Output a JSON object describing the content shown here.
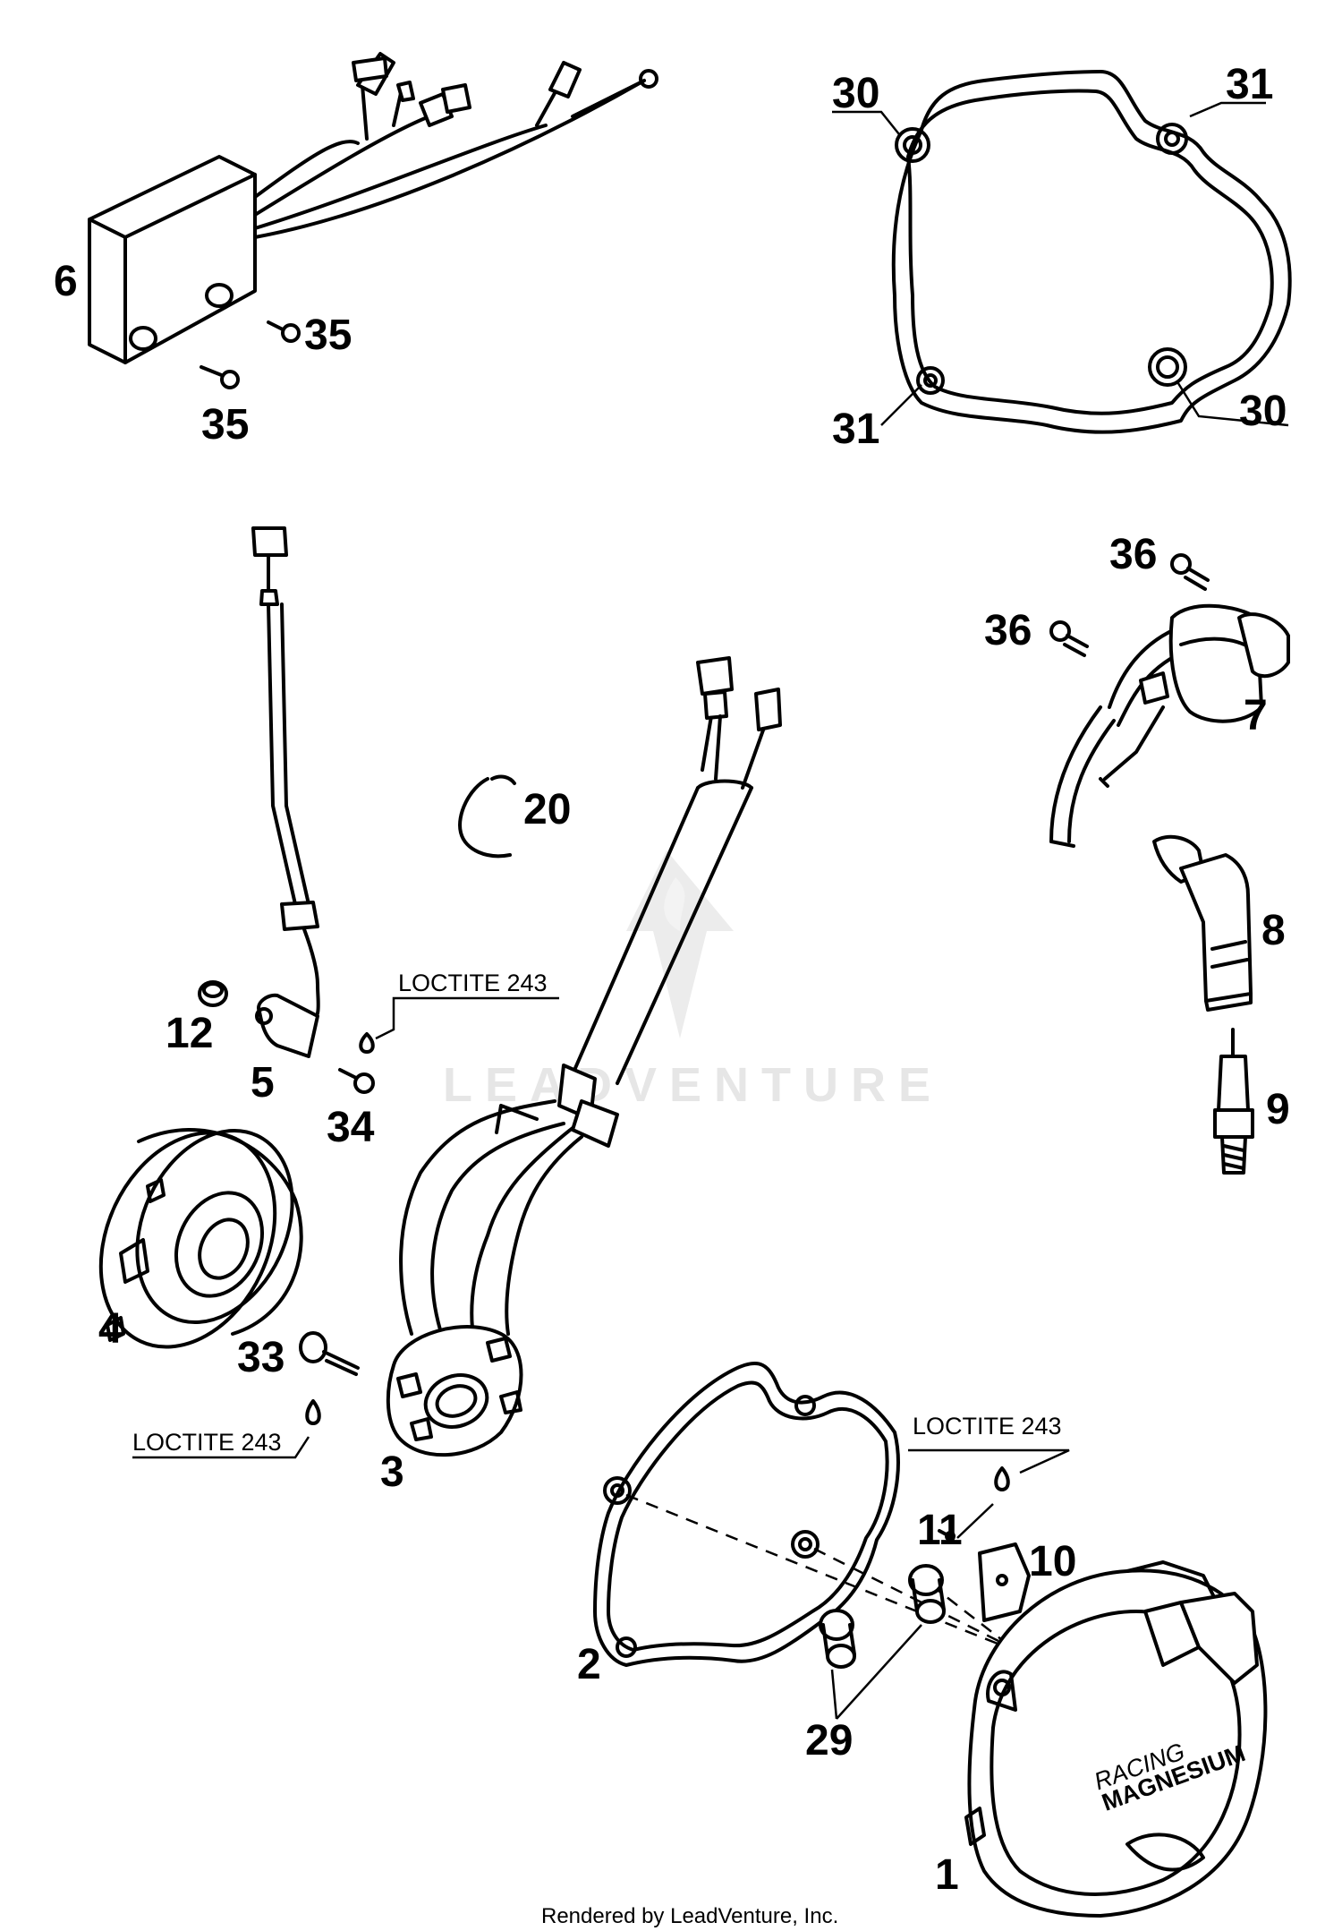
{
  "callouts": {
    "p1": "1",
    "p2": "2",
    "p3": "3",
    "p4": "4",
    "p5": "5",
    "p6": "6",
    "p7": "7",
    "p8": "8",
    "p9": "9",
    "p10": "10",
    "p11": "11",
    "p12": "12",
    "p20": "20",
    "p29": "29",
    "p30a": "30",
    "p30b": "30",
    "p31a": "31",
    "p31b": "31",
    "p33": "33",
    "p34": "34",
    "p35a": "35",
    "p35b": "35",
    "p36a": "36",
    "p36b": "36"
  },
  "notes": {
    "loctite_a": "LOCTITE 243",
    "loctite_b": "LOCTITE 243",
    "loctite_c": "LOCTITE 243"
  },
  "cover_text": {
    "racing": "RACING",
    "magnesium": "MAGNESIUM"
  },
  "watermark": "LEADVENTURE",
  "footer": "Rendered by LeadVenture, Inc."
}
